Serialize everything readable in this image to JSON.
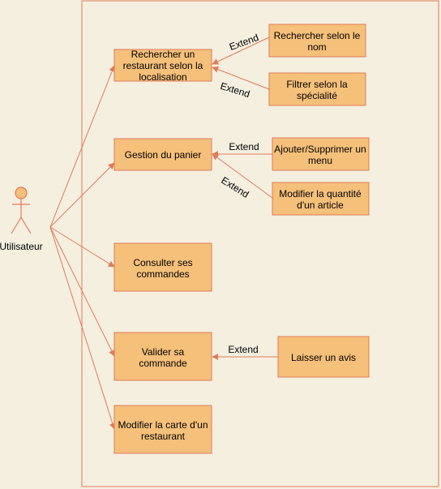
{
  "colors": {
    "background": "#f5efe0",
    "box_fill": "#f5c07a",
    "stroke": "#e07b5a",
    "text": "#1a1a1a"
  },
  "actor": {
    "label": "Utilisateur"
  },
  "use_cases": [
    {
      "id": "uc1",
      "lines": [
        "Rechercher un",
        "restaurant selon la",
        "localisation"
      ]
    },
    {
      "id": "uc2",
      "lines": [
        "Gestion du panier"
      ]
    },
    {
      "id": "uc3",
      "lines": [
        "Consulter ses",
        "commandes"
      ]
    },
    {
      "id": "uc4",
      "lines": [
        "Valider sa",
        "commande"
      ]
    },
    {
      "id": "uc5",
      "lines": [
        "Modifier la carte d'un",
        "restaurant"
      ]
    }
  ],
  "extensions": [
    {
      "id": "ext1",
      "lines": [
        "Rechercher selon le",
        "nom"
      ],
      "label": "Extend"
    },
    {
      "id": "ext2",
      "lines": [
        "Filtrer selon la",
        "spécialité"
      ],
      "label": "Extend"
    },
    {
      "id": "ext3",
      "lines": [
        "Ajouter/Supprimer un",
        "menu"
      ],
      "label": "Extend"
    },
    {
      "id": "ext4",
      "lines": [
        "Modifier la quantité",
        "d'un article"
      ],
      "label": "Extend"
    },
    {
      "id": "ext5",
      "lines": [
        "Laisser un avis"
      ],
      "label": "Extend"
    }
  ]
}
